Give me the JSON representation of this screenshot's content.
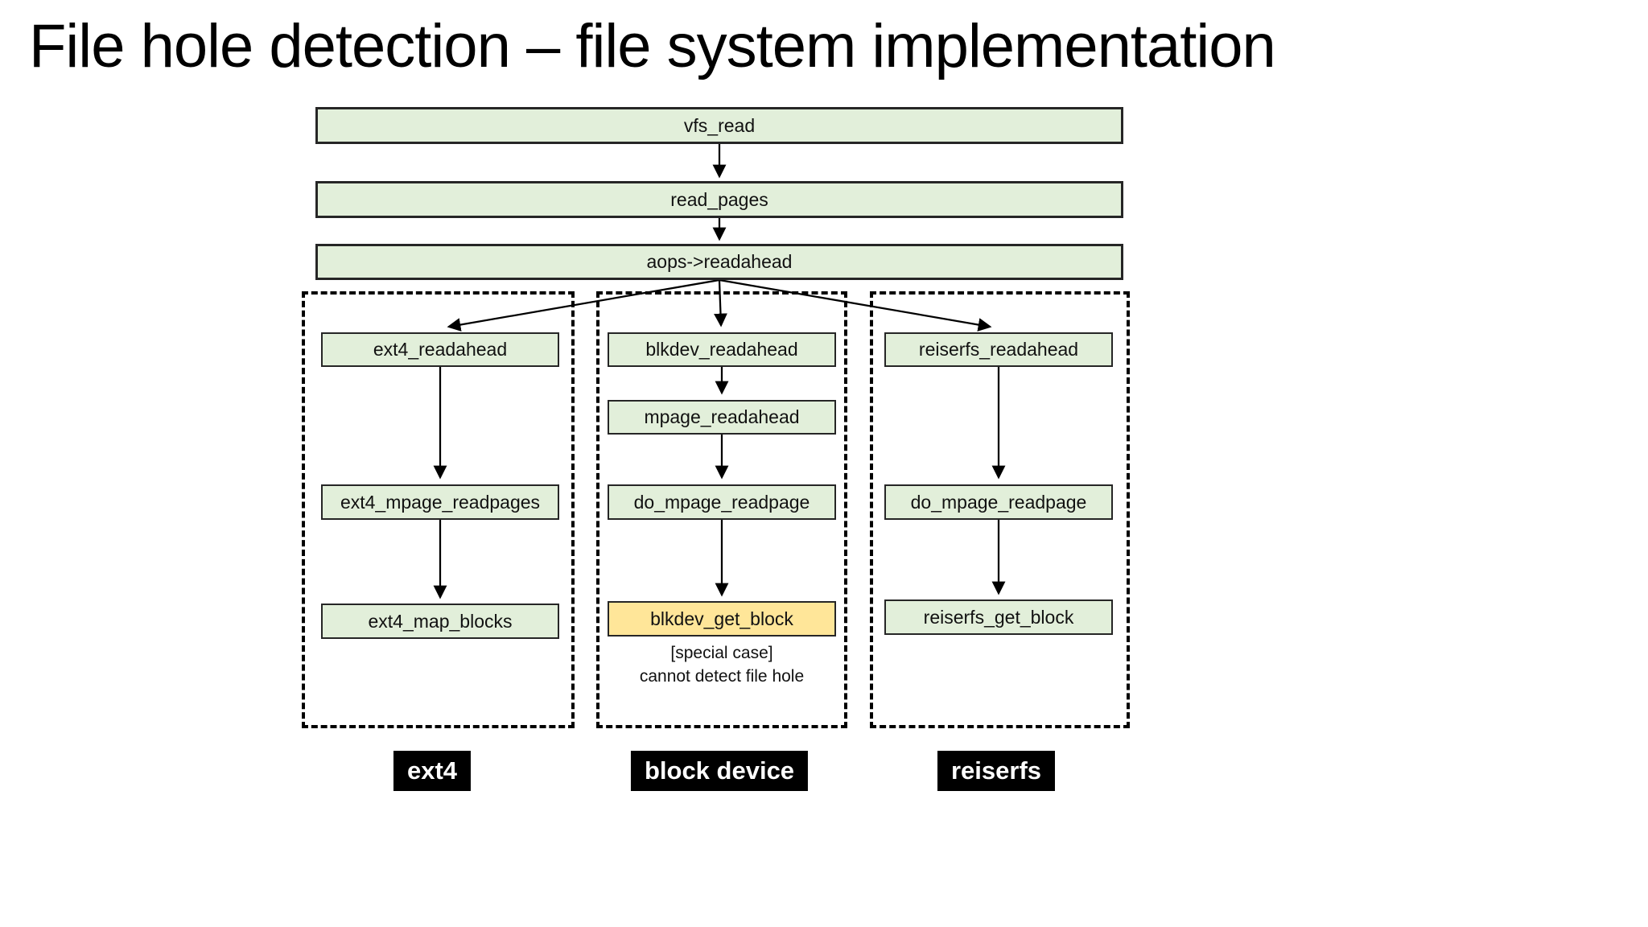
{
  "slide": {
    "title": "File hole detection – file system implementation"
  },
  "colors": {
    "background": "#ffffff",
    "node_fill_green": "#e2efda",
    "node_fill_yellow_highlight": "#ffe699",
    "node_border": "#262626",
    "group_dashed_border": "#000000",
    "arrow": "#000000",
    "fs_label_bg": "#000000",
    "fs_label_fg": "#ffffff"
  },
  "call_chain_top": [
    {
      "label": "vfs_read"
    },
    {
      "label": "read_pages"
    },
    {
      "label": "aops->readahead"
    }
  ],
  "groups": [
    {
      "label": "ext4",
      "nodes": [
        {
          "label": "ext4_readahead"
        },
        {
          "label": "ext4_mpage_readpages"
        },
        {
          "label": "ext4_map_blocks"
        }
      ]
    },
    {
      "label": "block device",
      "nodes": [
        {
          "label": "blkdev_readahead"
        },
        {
          "label": "mpage_readahead"
        },
        {
          "label": "do_mpage_readpage"
        },
        {
          "label": "blkdev_get_block",
          "highlight": true
        }
      ],
      "note": {
        "line1": "[special case]",
        "line2": "cannot detect file hole"
      }
    },
    {
      "label": "reiserfs",
      "nodes": [
        {
          "label": "reiserfs_readahead"
        },
        {
          "label": "do_mpage_readpage"
        },
        {
          "label": "reiserfs_get_block"
        }
      ]
    }
  ]
}
